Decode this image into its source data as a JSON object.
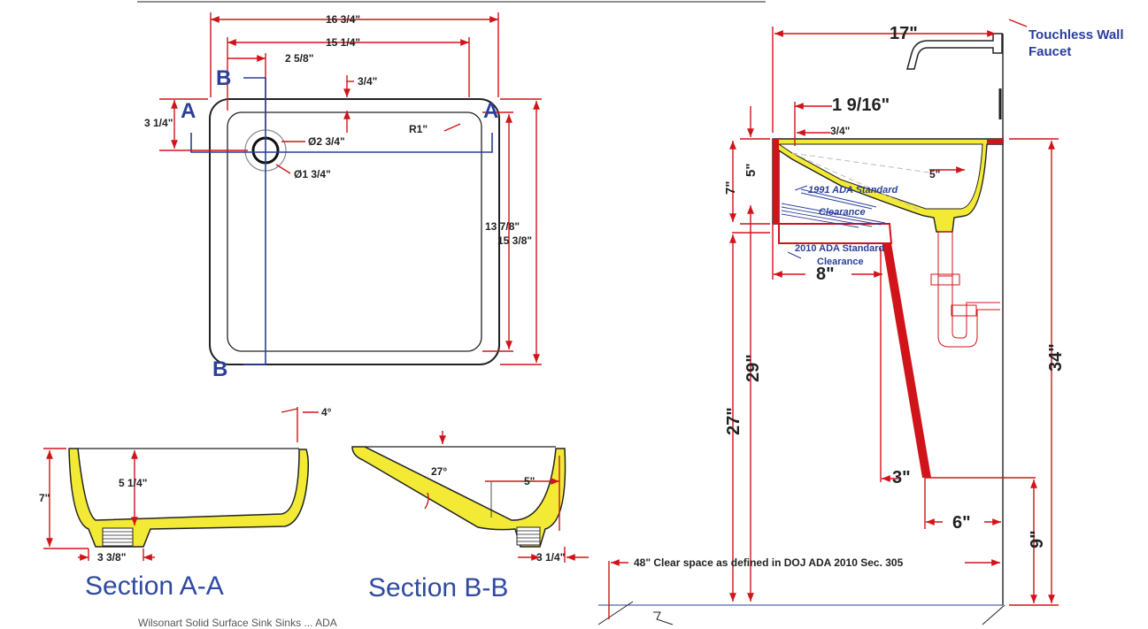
{
  "plan": {
    "dims": {
      "overall_width": "16 3/4\"",
      "inner_width": "15 1/4\"",
      "drain_offset": "2 5/8\"",
      "rim_top": "3/4\"",
      "drain_y": "3 1/4\"",
      "radius": "R1\"",
      "drain_outer": "Ø2 3/4\"",
      "drain_inner": "Ø1 3/4\"",
      "inner_depth": "13 7/8\"",
      "overall_depth": "15 3/8\""
    },
    "section_marks": {
      "a": "A",
      "b": "B"
    }
  },
  "section_aa": {
    "title": "Section A-A",
    "dims": {
      "depth": "7\"",
      "inner_depth": "5 1/4\"",
      "drain": "3 3/8\"",
      "angle": "4°"
    }
  },
  "section_bb": {
    "title": "Section B-B",
    "dims": {
      "slope": "27°",
      "offset": "5\"",
      "drain": "3 1/4\""
    }
  },
  "elevation": {
    "faucet_label_1": "Touchless Wall",
    "faucet_label_2": "Faucet",
    "dims": {
      "reach": "17\"",
      "front_lip": "1 9/16\"",
      "lip_thk": "3/4\"",
      "bowl_offset": "5\"",
      "depth_7": "7\"",
      "depth_5": "5\"",
      "knee": "8\"",
      "apron_h": "29\"",
      "knee_h": "27\"",
      "total_h": "34\"",
      "toe": "3\"",
      "toe_depth": "6\"",
      "toe_h": "9\""
    },
    "labels": {
      "ada1991_1": "1991 ADA Standard",
      "ada1991_2": "Clearance",
      "ada2010_1": "2010 ADA Standard",
      "ada2010_2": "Clearance"
    },
    "clear_space_note": "48\" Clear space as defined in DOJ ADA 2010 Sec. 305"
  },
  "bottom_note": "Wilsonart Solid Surface Sink Sinks ... ADA"
}
